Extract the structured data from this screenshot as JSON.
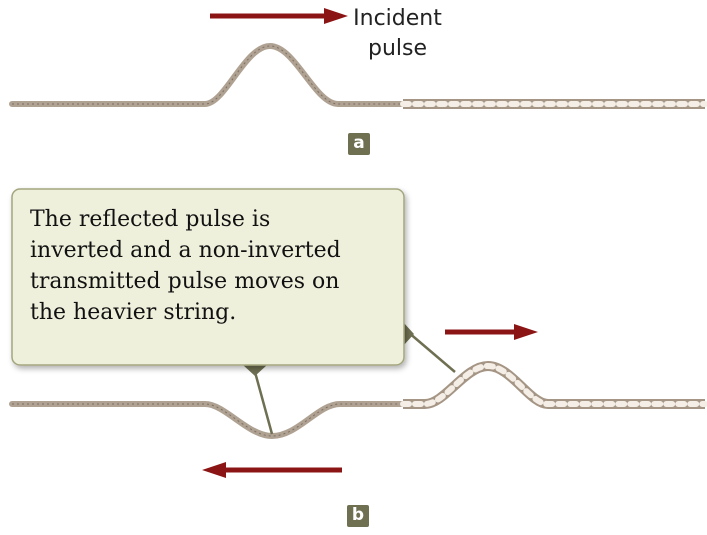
{
  "incident_label": {
    "line1": "Incident",
    "line2": "pulse"
  },
  "panels": [
    {
      "id": "a",
      "label": "a"
    },
    {
      "id": "b",
      "label": "b"
    }
  ],
  "callout": {
    "text": "The reflected pulse is inverted and a non-inverted transmitted pulse moves on the heavier string.",
    "lines": [
      "The reflected pulse is",
      "inverted and a non-inverted",
      "transmitted pulse moves on",
      "the heavier string."
    ]
  },
  "colors": {
    "arrow": "#8b1515",
    "light_string": "#b0a293",
    "heavy_string": "#a59585",
    "callout_fill": "#eff0dc",
    "callout_border": "#a3a57e",
    "badge": "#6f6f52",
    "pointer": "#6f6f52"
  }
}
